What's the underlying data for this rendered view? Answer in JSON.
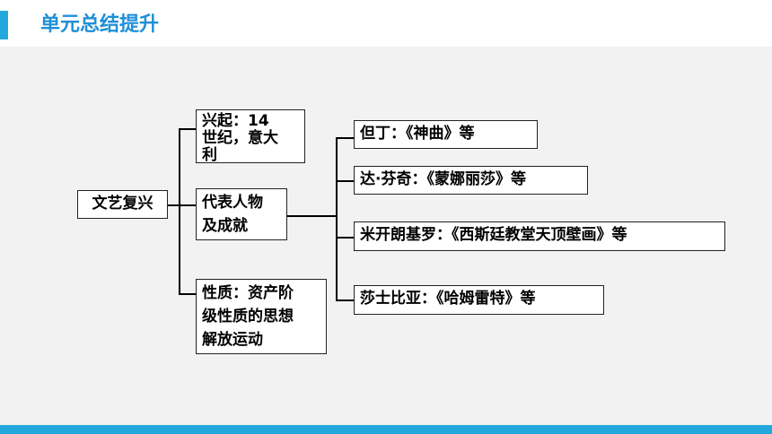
{
  "header": {
    "title": "单元总结提升"
  },
  "diagram": {
    "root": "文艺复兴",
    "branches": [
      {
        "lines": [
          "兴起：14",
          "世纪，意大",
          "利"
        ]
      },
      {
        "lines": [
          "代表人物",
          "及成就"
        ]
      },
      {
        "lines": [
          "性质：资产阶",
          "级性质的思想",
          "解放运动"
        ]
      }
    ],
    "achievements": [
      "但丁：《神曲》等",
      "达·芬奇：《蒙娜丽莎》等",
      "米开朗基罗：《西斯廷教堂天顶壁画》等",
      "莎士比亚：《哈姆雷特》等"
    ]
  },
  "colors": {
    "accent": "#23a8de",
    "title": "#1f8fd6",
    "panel": "#f2f2f2"
  }
}
